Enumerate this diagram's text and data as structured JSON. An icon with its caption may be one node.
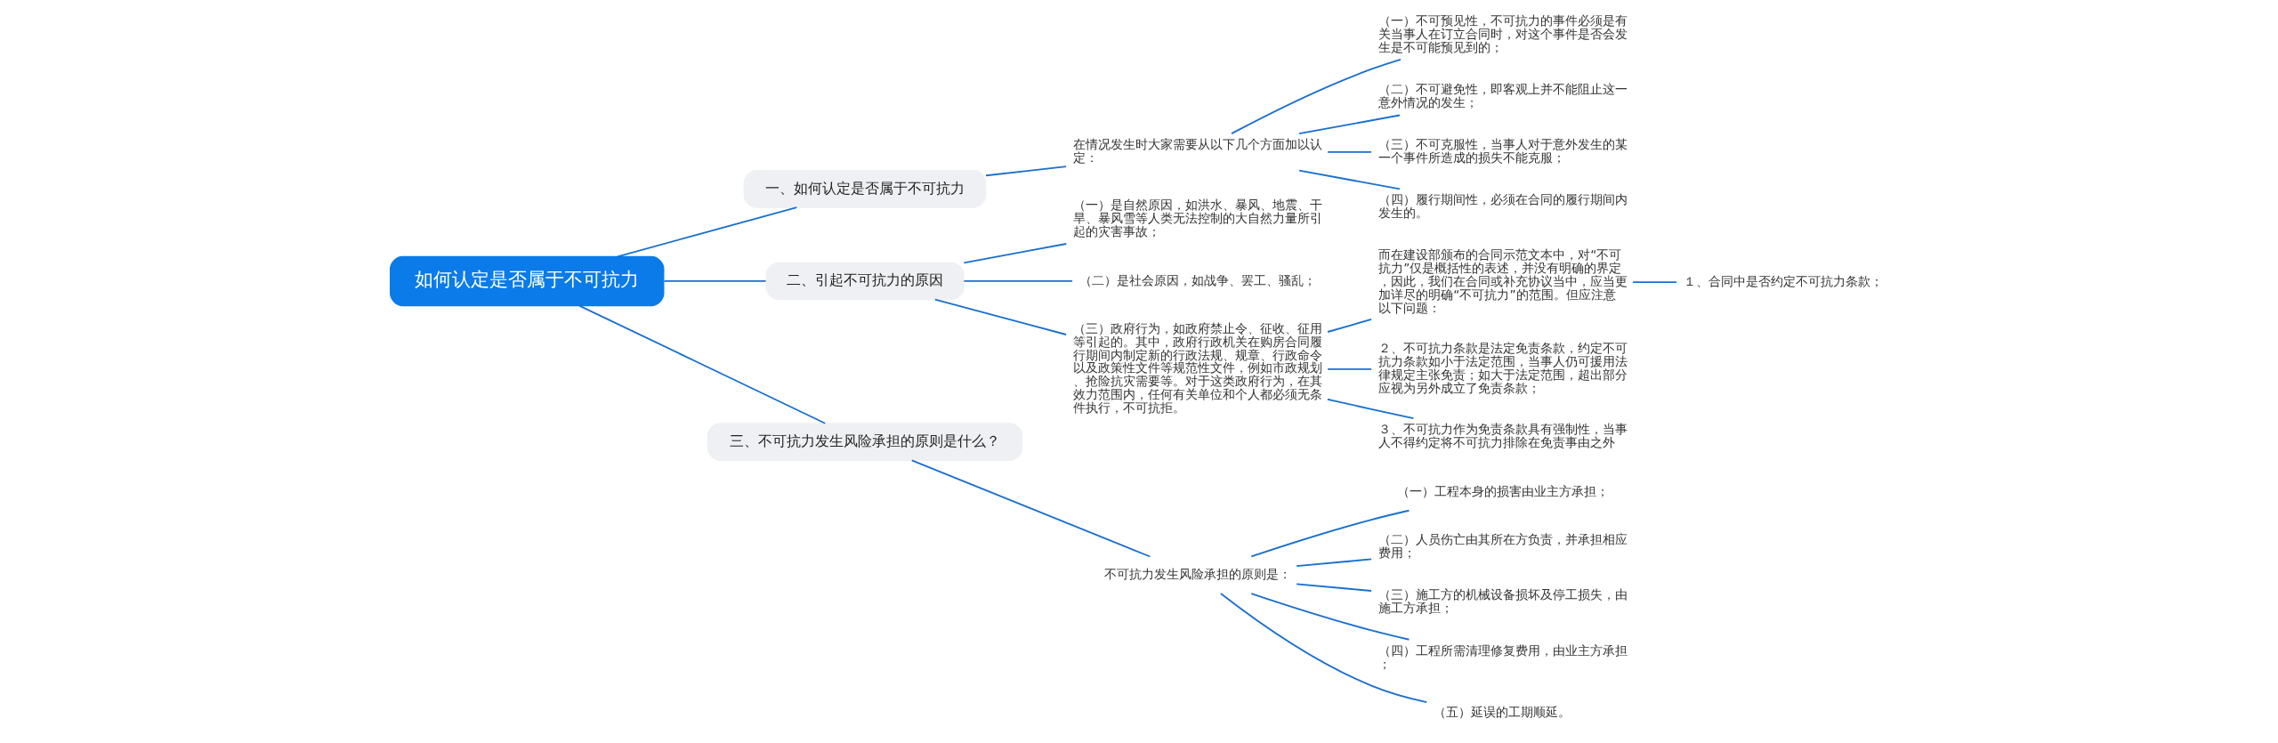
{
  "diagram": {
    "nodes": [
      {
        "text": [
          "如何认定是否属于不可抗力"
        ]
      },
      {
        "text": [
          "一、如何认定是否属于不可抗力"
        ]
      },
      {
        "text": [
          "在情况发生时大家需要从以下几个方面加以认定："
        ]
      },
      {
        "text": [
          "（一）不可预见性，不可抗力的事件必须是有关当事人在订立合同时，对这个事件是否会发生是不可能预见到的；"
        ]
      },
      {
        "text": [
          "（二）不可避免性，即客观上并不能阻止这一意外情况的发生；"
        ]
      },
      {
        "text": [
          "（三）不可克服性，当事人对于意外发生的某一个事件所造成的损失不能克服；"
        ]
      },
      {
        "text": [
          "（四）履行期间性，必须在合同的履行期间内发生的。"
        ]
      },
      {
        "text": [
          "二、引起不可抗力的原因"
        ]
      },
      {
        "text": [
          "（一）是自然原因，如洪水、暴风、地震、干旱、暴风雪等人类无法控制的大自然力量所引起的灾害事故；"
        ]
      },
      {
        "text": [
          "（二）是社会原因，如战争、罢工、骚乱；"
        ]
      },
      {
        "text": [
          "（三）政府行为，如政府禁止令、征收、征用等引起的。其中，政府行政机关在购房合同履行期间内制定新的行政法规、规章、行政命令以及政策性文件等规范性文件，例如市政规划、抢险抗灾需要等。对于这类政府行为，在其效力范围内，任何有关单位和个人都必须无条件执行，不可抗拒。"
        ]
      },
      {
        "text": [
          "而在建设部颁布的合同示范文本中，对“不可抗力”仅是概括性的表述，并没有明确的界定，因此，我们在合同或补充协议当中，应当更加详尽的明确“不可抗力”的范围。但应注意以下问题："
        ]
      },
      {
        "text": [
          "２、不可抗力条款是法定免责条款，约定不可抗力条款如小于法定范围，当事人仍可援用法律规定主张免责；如大于法定范围，超出部分应视为另外成立了免责条款；"
        ]
      },
      {
        "text": [
          "３、不可抗力作为免责条款具有强制性，当事人不得约定将不可抗力排除在免责事由之外"
        ]
      },
      {
        "text": [
          "１、合同中是否约定不可抗力条款；"
        ]
      },
      {
        "text": [
          "三、不可抗力发生风险承担的原则是什么？"
        ]
      },
      {
        "text": [
          "不可抗力发生风险承担的原则是："
        ]
      },
      {
        "text": [
          "（一）工程本身的损害由业主方承担；"
        ]
      },
      {
        "text": [
          "（二）人员伤亡由其所在方负责，并承担相应费用；"
        ]
      },
      {
        "text": [
          "（三）施工方的机械设备损坏及停工损失，由施工方承担；"
        ]
      },
      {
        "text": [
          "（四）工程所需清理修复费用，由业主方承担；"
        ]
      },
      {
        "text": [
          "（五）延误的工期顺延。"
        ]
      }
    ],
    "edges": [
      {
        "from": 0,
        "to": 1,
        "arrow": "none"
      },
      {
        "from": 1,
        "to": 2,
        "arrow": "none"
      },
      {
        "from": 2,
        "to": 3,
        "arrow": "none"
      },
      {
        "from": 2,
        "to": 4,
        "arrow": "none"
      },
      {
        "from": 2,
        "to": 5,
        "arrow": "none"
      },
      {
        "from": 2,
        "to": 6,
        "arrow": "none"
      },
      {
        "from": 0,
        "to": 7,
        "arrow": "none"
      },
      {
        "from": 7,
        "to": 8,
        "arrow": "none"
      },
      {
        "from": 7,
        "to": 9,
        "arrow": "none"
      },
      {
        "from": 7,
        "to": 10,
        "arrow": "none"
      },
      {
        "from": 10,
        "to": 11,
        "arrow": "none"
      },
      {
        "from": 10,
        "to": 12,
        "arrow": "none"
      },
      {
        "from": 10,
        "to": 13,
        "arrow": "none"
      },
      {
        "from": 11,
        "to": 14,
        "arrow": "none"
      },
      {
        "from": 0,
        "to": 15,
        "arrow": "none"
      },
      {
        "from": 15,
        "to": 16,
        "arrow": "none"
      },
      {
        "from": 16,
        "to": 17,
        "arrow": "none"
      },
      {
        "from": 16,
        "to": 18,
        "arrow": "none"
      },
      {
        "from": 16,
        "to": 19,
        "arrow": "none"
      },
      {
        "from": 16,
        "to": 20,
        "arrow": "none"
      },
      {
        "from": 16,
        "to": 21,
        "arrow": "none"
      }
    ]
  }
}
